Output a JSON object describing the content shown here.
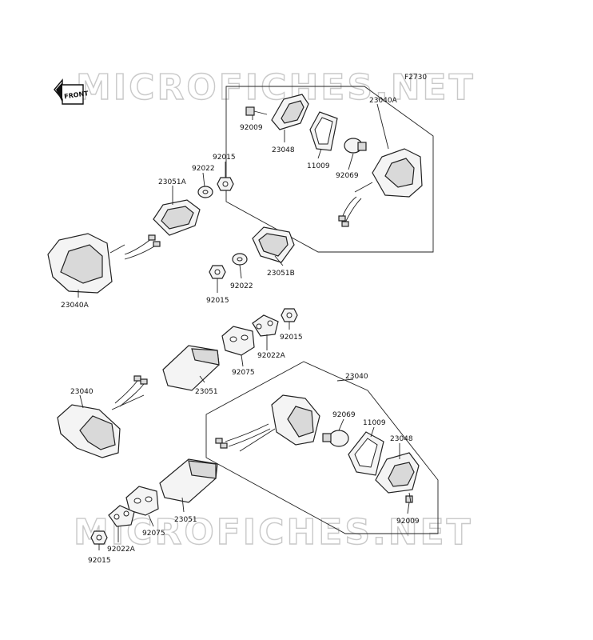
{
  "figure_code": "F2730",
  "front_label": "FRONT",
  "watermarks": [
    "MICROFICHES.NET",
    "MICROFICHES.NET"
  ],
  "labels": [
    {
      "id": "l1",
      "text": "23040A"
    },
    {
      "id": "l2",
      "text": "92009"
    },
    {
      "id": "l3",
      "text": "23048"
    },
    {
      "id": "l4",
      "text": "11009"
    },
    {
      "id": "l5",
      "text": "92069"
    },
    {
      "id": "l6",
      "text": "92015"
    },
    {
      "id": "l7",
      "text": "92022"
    },
    {
      "id": "l8",
      "text": "23051A"
    },
    {
      "id": "l9",
      "text": "23040A"
    },
    {
      "id": "l10",
      "text": "92015"
    },
    {
      "id": "l11",
      "text": "92022"
    },
    {
      "id": "l12",
      "text": "23051B"
    },
    {
      "id": "l13",
      "text": "92015"
    },
    {
      "id": "l14",
      "text": "92022A"
    },
    {
      "id": "l15",
      "text": "92075"
    },
    {
      "id": "l16",
      "text": "23051"
    },
    {
      "id": "l17",
      "text": "23040"
    },
    {
      "id": "l18",
      "text": "23040"
    },
    {
      "id": "l19",
      "text": "92069"
    },
    {
      "id": "l20",
      "text": "11009"
    },
    {
      "id": "l21",
      "text": "23048"
    },
    {
      "id": "l22",
      "text": "92009"
    },
    {
      "id": "l23",
      "text": "23051"
    },
    {
      "id": "l24",
      "text": "92075"
    },
    {
      "id": "l25",
      "text": "92022A"
    },
    {
      "id": "l26",
      "text": "92015"
    }
  ]
}
